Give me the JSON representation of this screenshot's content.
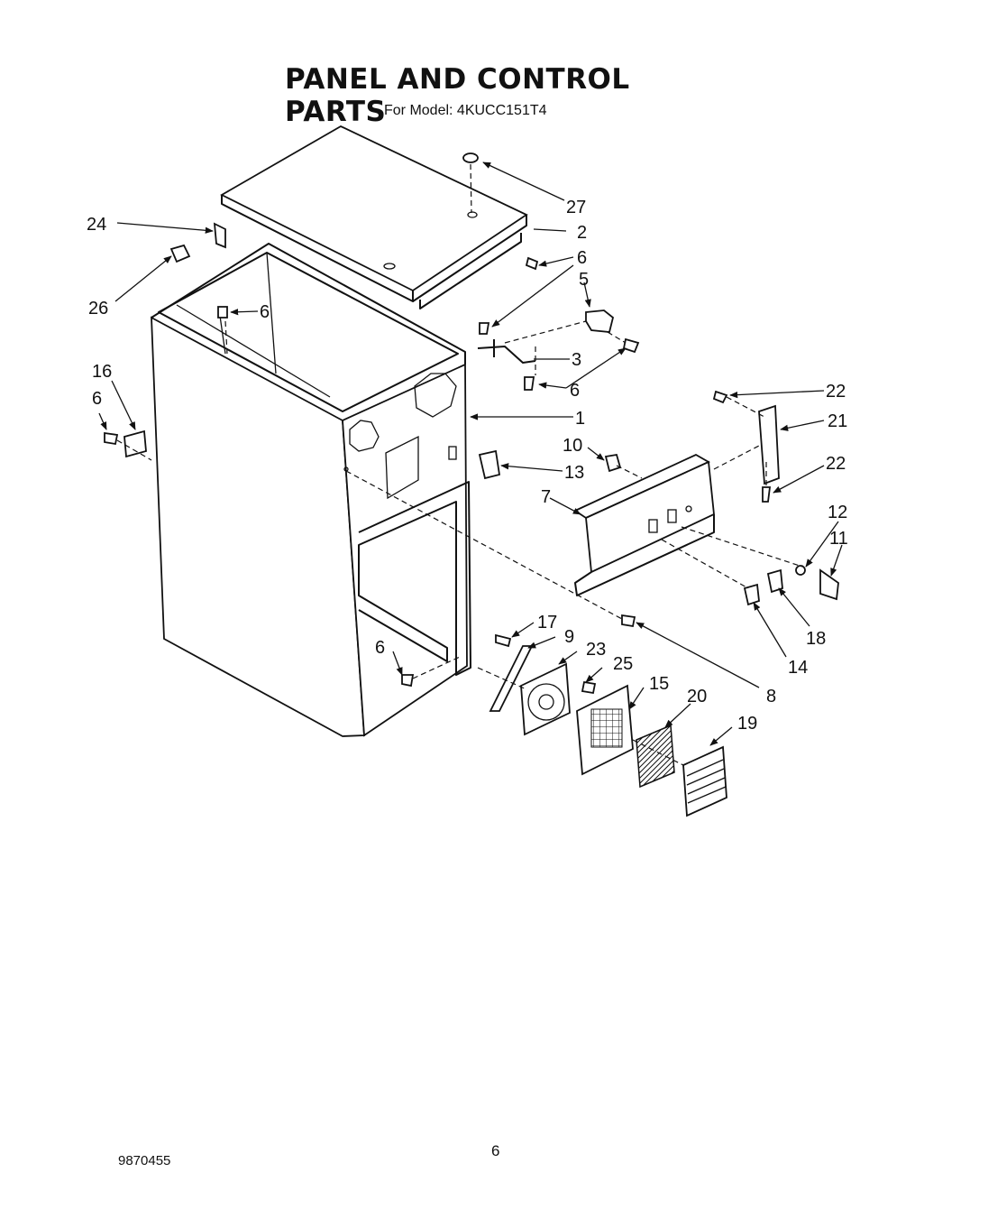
{
  "header": {
    "title": "PANEL AND CONTROL PARTS",
    "model_prefix": "For Model:",
    "model_number": "4KUCC151T4"
  },
  "callouts": [
    "27",
    "2",
    "6",
    "5",
    "3",
    "6",
    "24",
    "26",
    "6",
    "16",
    "6",
    "1",
    "22",
    "21",
    "22",
    "10",
    "13",
    "7",
    "12",
    "11",
    "18",
    "14",
    "8",
    "17",
    "9",
    "23",
    "25",
    "15",
    "20",
    "19",
    "6"
  ],
  "footer": {
    "page_number": "6",
    "document_number": "9870455"
  }
}
